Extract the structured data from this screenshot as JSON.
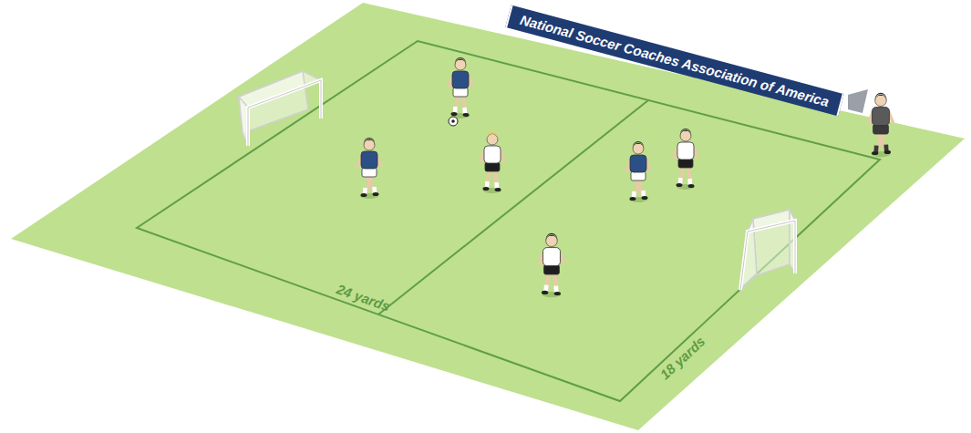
{
  "diagram": {
    "nodes": [
      {
        "text": [
          "National Soccer Coaches Association of America"
        ]
      }
    ],
    "labels": [
      "24 yards",
      "18 yards"
    ]
  }
}
